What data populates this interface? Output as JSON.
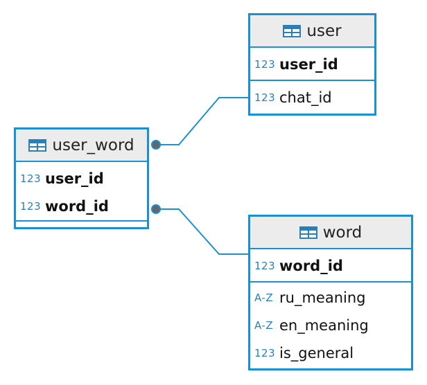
{
  "diagram": {
    "entities": [
      {
        "id": "user",
        "title": "user",
        "sections": [
          [
            {
              "type": "123",
              "name": "user_id",
              "pk": true
            }
          ],
          [
            {
              "type": "123",
              "name": "chat_id",
              "pk": false
            }
          ]
        ]
      },
      {
        "id": "user_word",
        "title": "user_word",
        "sections": [
          [
            {
              "type": "123",
              "name": "user_id",
              "pk": true
            },
            {
              "type": "123",
              "name": "word_id",
              "pk": true
            }
          ],
          []
        ]
      },
      {
        "id": "word",
        "title": "word",
        "sections": [
          [
            {
              "type": "123",
              "name": "word_id",
              "pk": true
            }
          ],
          [
            {
              "type": "A-Z",
              "name": "ru_meaning",
              "pk": false
            },
            {
              "type": "A-Z",
              "name": "en_meaning",
              "pk": false
            },
            {
              "type": "123",
              "name": "is_general",
              "pk": false
            }
          ]
        ]
      }
    ],
    "relations": [
      {
        "from": "user_word",
        "to": "user"
      },
      {
        "from": "user_word",
        "to": "word"
      }
    ],
    "colors": {
      "border": "#1a8fd1",
      "header_bg": "#ececec",
      "type_badge": "#2b7fb8",
      "connector": "#1a8fd1",
      "endpoint": "#666666"
    },
    "icons": {
      "entity_header": "table-icon",
      "relation_end": "relation-endpoint-dot"
    }
  }
}
